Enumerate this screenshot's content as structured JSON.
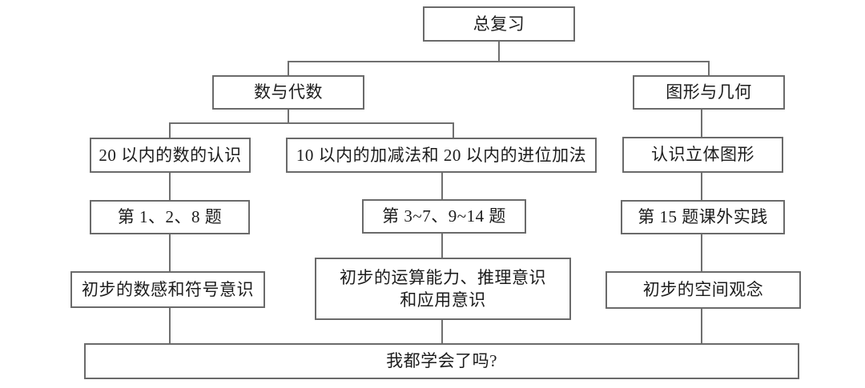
{
  "diagram": {
    "nodes": {
      "review": {
        "label": "总复习"
      },
      "na": {
        "label": "数与代数"
      },
      "geo": {
        "label": "图形与几何"
      },
      "n20": {
        "label": "20 以内的数的认识"
      },
      "add": {
        "label": "10 以内的加减法和 20 以内的进位加法"
      },
      "solid": {
        "label": "认识立体图形"
      },
      "q128": {
        "label": "第 1、2、8 题"
      },
      "q37": {
        "label": "第 3~7、9~14 题"
      },
      "q15": {
        "label": "第 15 题课外实践"
      },
      "sense": {
        "label": "初步的数感和符号意识"
      },
      "oper": {
        "line1": "初步的运算能力、推理意识",
        "line2": "和应用意识"
      },
      "spatial": {
        "label": "初步的空间观念"
      },
      "summary": {
        "label": "我都学会了吗?"
      }
    },
    "colors": {
      "border": "#6a6a6a",
      "line": "#6f6f6f",
      "text": "#1c1c1c",
      "bg": "#ffffff"
    }
  }
}
